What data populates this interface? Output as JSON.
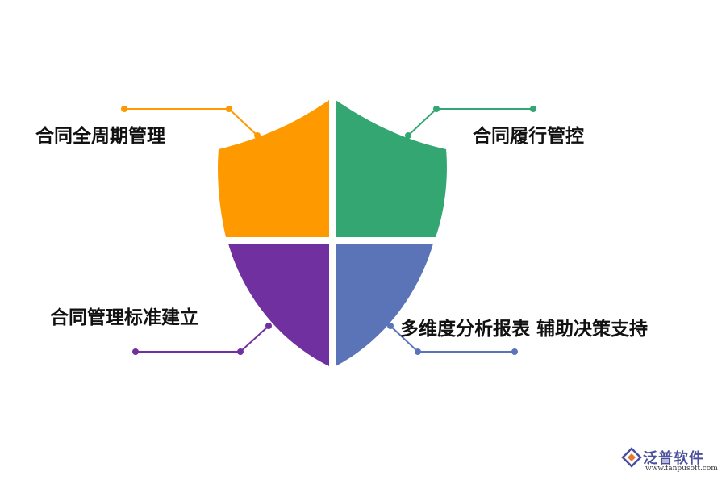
{
  "segments": [
    {
      "id": "top-left",
      "label": "合同全周期管理",
      "color": "#FF9900"
    },
    {
      "id": "top-right",
      "label": "合同履行管控",
      "color": "#33A672"
    },
    {
      "id": "bottom-left",
      "label": "合同管理标准建立",
      "color": "#7030A0"
    },
    {
      "id": "bottom-right",
      "label": "多维度分析报表  辅助决策支持",
      "color": "#5B74B8"
    }
  ],
  "brand": {
    "name": "泛普软件",
    "url": "www.fanpusoft.com",
    "icon": "fanpu-logo-icon"
  }
}
